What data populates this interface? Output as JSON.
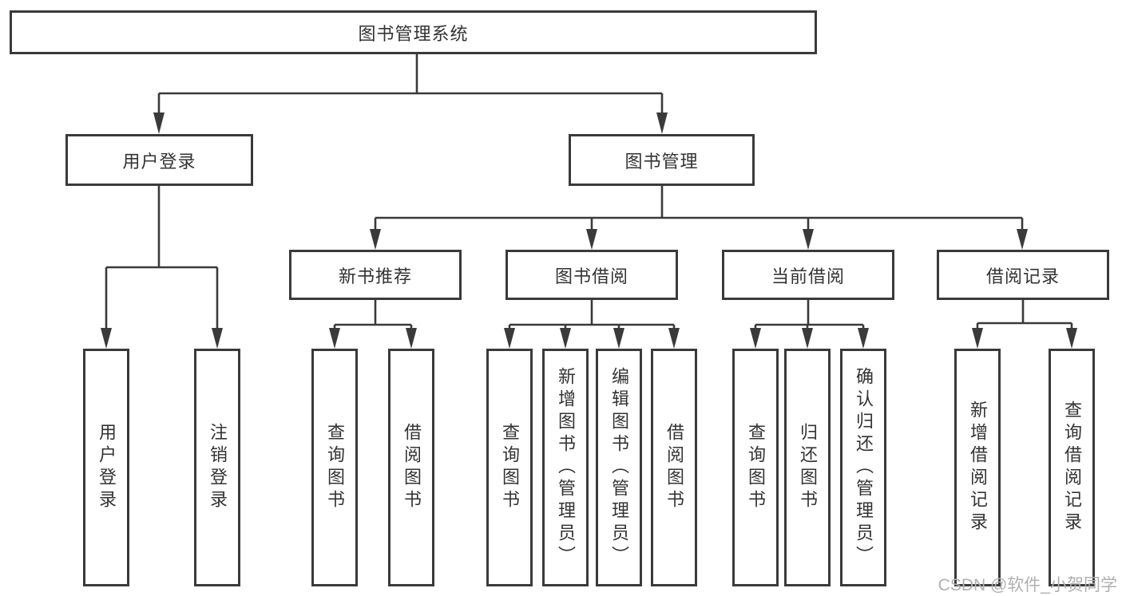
{
  "diagram": {
    "title": "图书管理系统",
    "tree": {
      "root": "图书管理系统",
      "branches": [
        {
          "label": "用户登录",
          "children": [
            "用户登录",
            "注销登录"
          ]
        },
        {
          "label": "图书管理",
          "groups": [
            {
              "label": "新书推荐",
              "children": [
                "查询图书",
                "借阅图书"
              ]
            },
            {
              "label": "图书借阅",
              "children": [
                "查询图书",
                "新增图书（管理员）",
                "编辑图书（管理员）",
                "借阅图书"
              ]
            },
            {
              "label": "当前借阅",
              "children": [
                "查询图书",
                "归还图书",
                "确认归还（管理员）"
              ]
            },
            {
              "label": "借阅记录",
              "children": [
                "新增借阅记录",
                "查询借阅记录"
              ]
            }
          ]
        }
      ]
    },
    "colors": {
      "line": "#3a3a3a",
      "text": "#333333",
      "background": "#ffffff",
      "watermark": "#b0b0b0"
    }
  },
  "watermark": {
    "text": "CSDN @软件_小贺同学"
  }
}
